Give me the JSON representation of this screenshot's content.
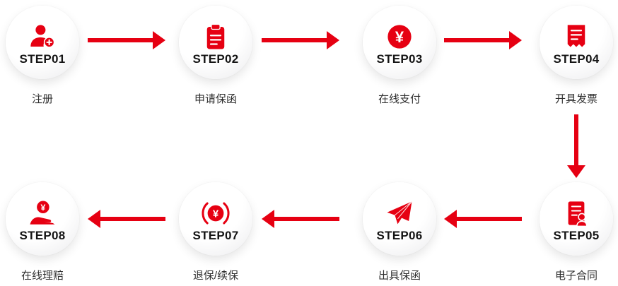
{
  "colors": {
    "accent": "#e60012",
    "step_text": "#151515",
    "label_text": "#2f2f2f"
  },
  "steps": [
    {
      "id": "STEP01",
      "label": "注册",
      "icon": "user-add-icon"
    },
    {
      "id": "STEP02",
      "label": "申请保函",
      "icon": "clipboard-icon"
    },
    {
      "id": "STEP03",
      "label": "在线支付",
      "icon": "yuan-coin-icon"
    },
    {
      "id": "STEP04",
      "label": "开具发票",
      "icon": "invoice-icon"
    },
    {
      "id": "STEP05",
      "label": "电子合同",
      "icon": "contract-icon"
    },
    {
      "id": "STEP06",
      "label": "出具保函",
      "icon": "paper-plane-icon"
    },
    {
      "id": "STEP07",
      "label": "退保/续保",
      "icon": "yuan-renew-icon"
    },
    {
      "id": "STEP08",
      "label": "在线理赔",
      "icon": "hand-coin-icon"
    }
  ]
}
